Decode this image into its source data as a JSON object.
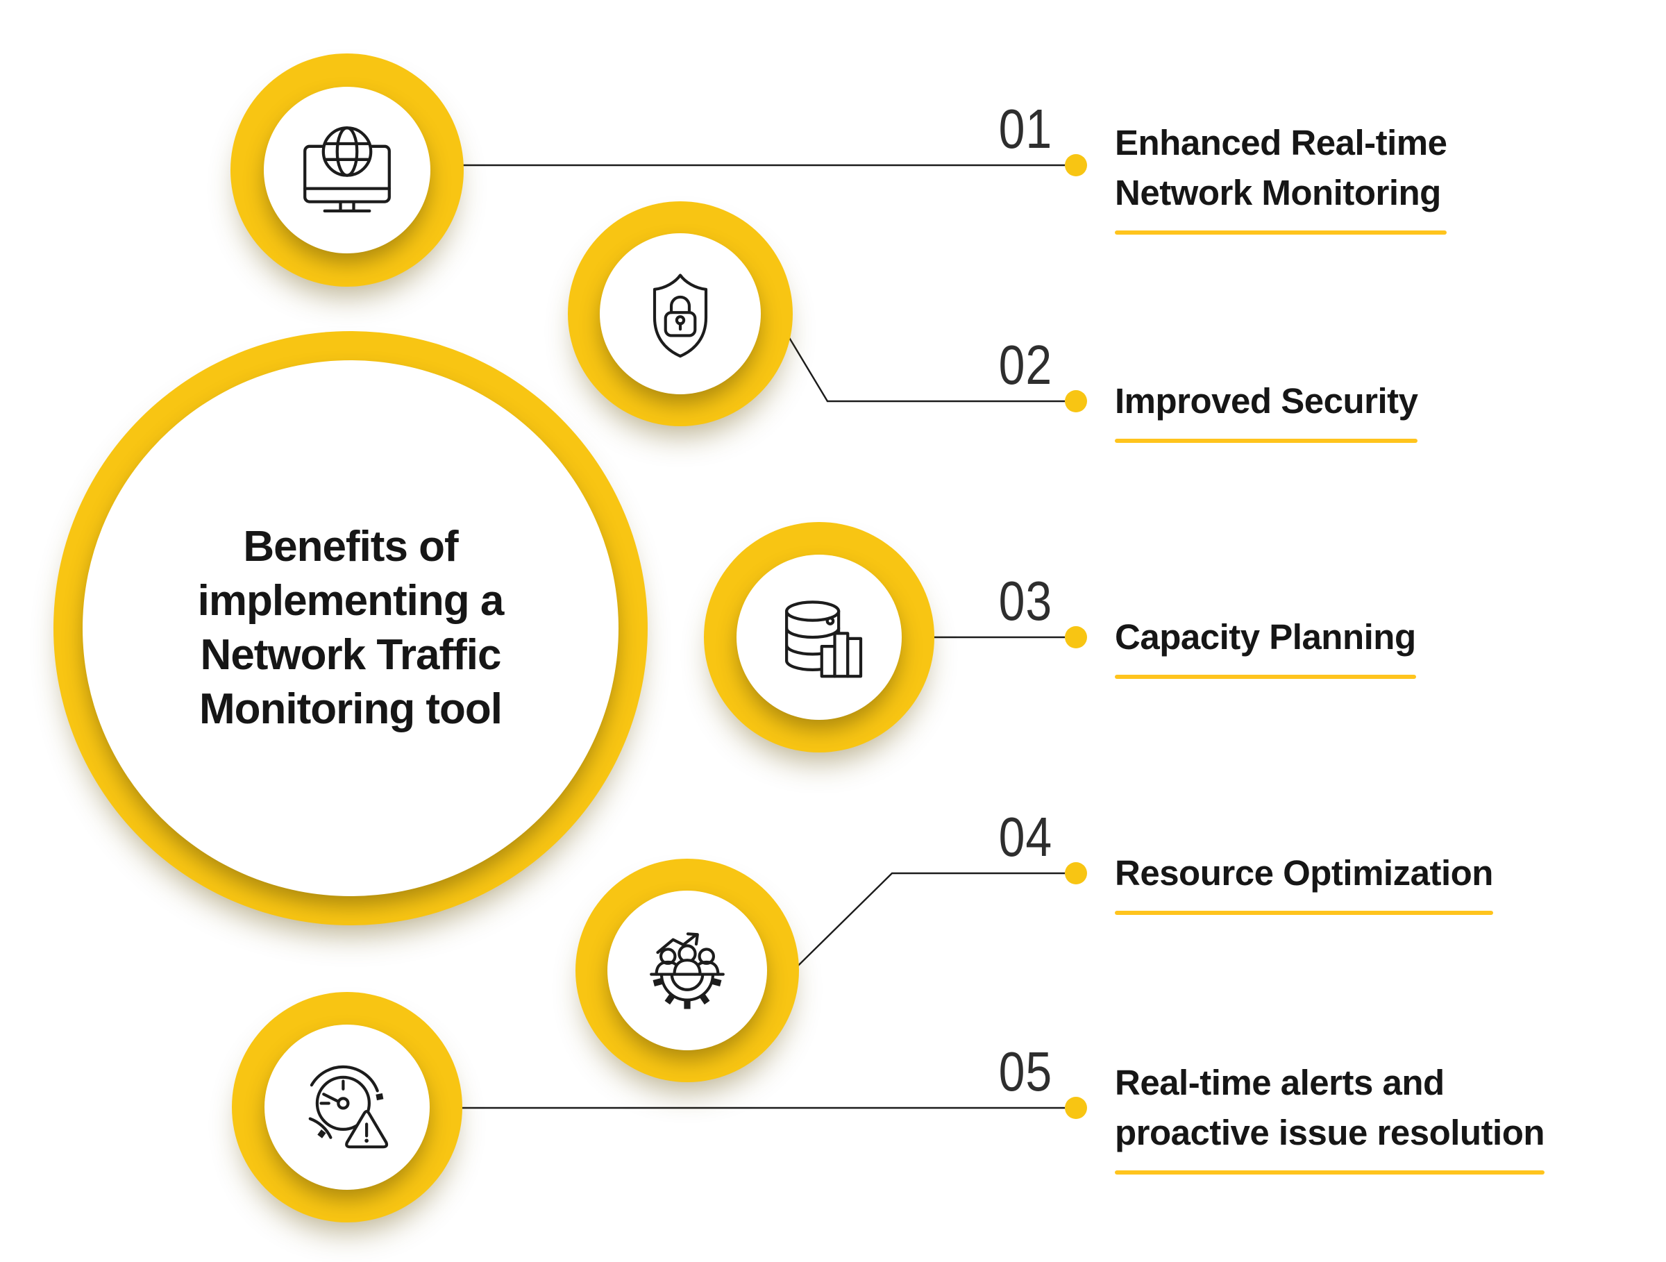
{
  "title": "Benefits of\nimplementing a\nNetwork Traffic\nMonitoring tool",
  "colors": {
    "yellow": "#F8C513",
    "underline": "#FFC41D",
    "line": "#1B1B1B",
    "ink": "#161616"
  },
  "benefits": [
    {
      "number": "01",
      "label": "Enhanced Real-time\nNetwork Monitoring",
      "icon": "globe-monitor-icon"
    },
    {
      "number": "02",
      "label": "Improved Security",
      "icon": "shield-lock-icon"
    },
    {
      "number": "03",
      "label": "Capacity Planning",
      "icon": "database-chart-icon"
    },
    {
      "number": "04",
      "label": "Resource Optimization",
      "icon": "team-gear-growth-icon"
    },
    {
      "number": "05",
      "label": "Real-time alerts and\nproactive issue resolution",
      "icon": "clock-alert-icon"
    }
  ]
}
